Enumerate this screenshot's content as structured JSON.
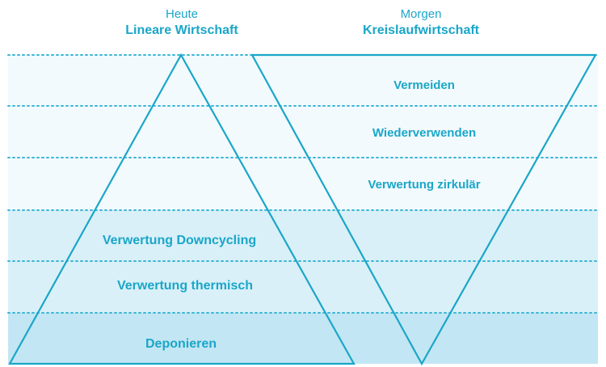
{
  "left_column": {
    "era": "Heute",
    "title": "Lineare Wirtschaft",
    "levels": [
      "Verwertung Downcycling",
      "Verwertung thermisch",
      "Deponieren"
    ]
  },
  "right_column": {
    "era": "Morgen",
    "title": "Kreislaufwirtschaft",
    "levels": [
      "Vermeiden",
      "Wiederverwenden",
      "Verwertung zirkulär"
    ]
  },
  "colors": {
    "accent": "#1aa6c8",
    "band_light": "#f2fafd",
    "band_mid": "#d9f0f8",
    "band_dark": "#c2e6f3",
    "dotted_line": "#3cb6d6"
  }
}
